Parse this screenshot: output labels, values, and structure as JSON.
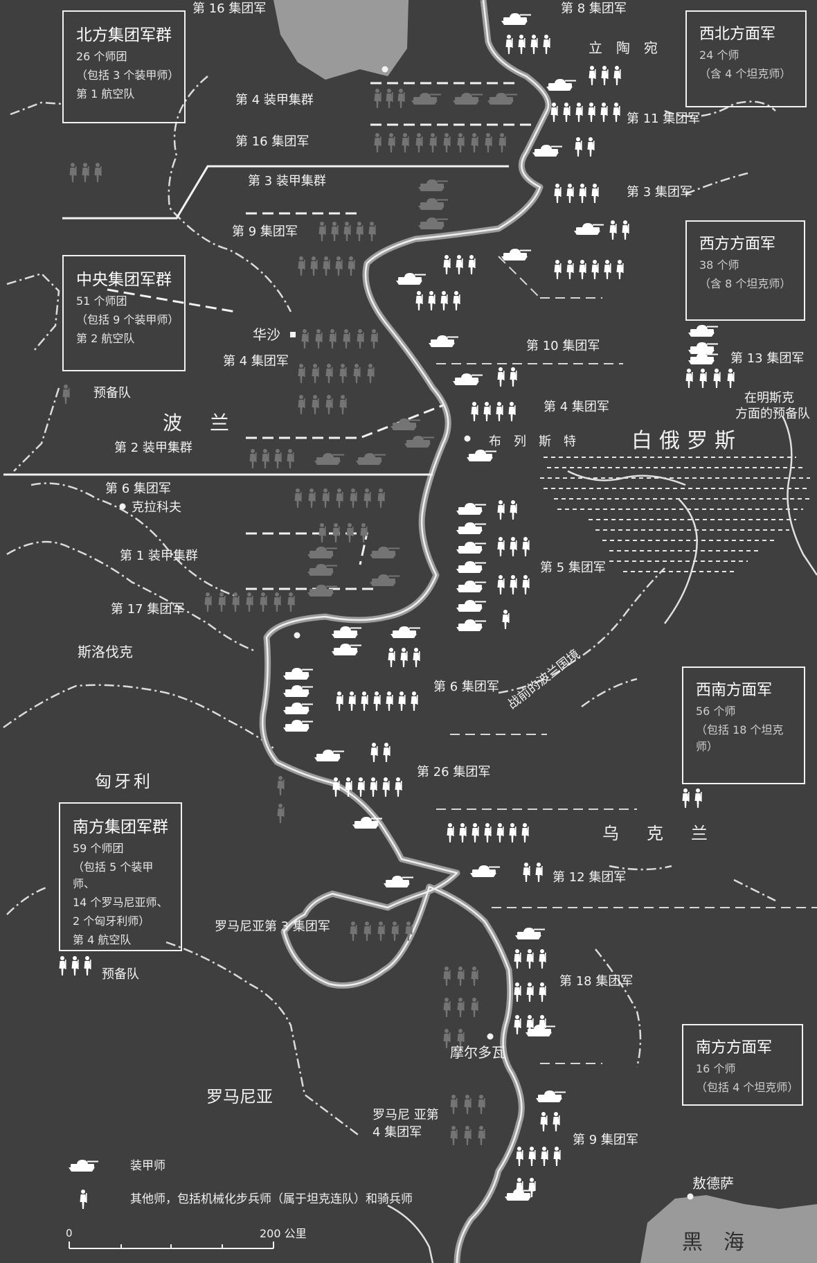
{
  "regions": {
    "poland": "波　兰",
    "belarus": "白俄罗斯",
    "ukraine": "乌　克　兰",
    "hungary": "匈牙利",
    "romania": "罗马尼亚",
    "slovakia": "斯洛伐克",
    "black_sea_1": "黑",
    "black_sea_2": "海"
  },
  "cities": {
    "warsaw": "华沙",
    "krakow": "克拉科夫",
    "brest": "布　列　斯　特",
    "lithuania": "立　陶　宛",
    "moldova": "摩尔多瓦",
    "odessa": "敖德萨"
  },
  "border_label": "战前的波兰国境",
  "german_units": {
    "a16_top": "第 16 集团军",
    "pz4": "第 4 装甲集群",
    "a16": "第 16 集团军",
    "pz3": "第 3 装甲集群",
    "a9": "第 9 集团军",
    "a4": "第 4 集团军",
    "reserve_center": "预备队",
    "pz2": "第 2 装甲集群",
    "a6": "第 6 集团军",
    "pz1": "第 1 装甲集群",
    "a17": "第 17 集团军",
    "rom3": "罗马尼亚第 3 集团军",
    "rom4_1": "罗马尼 亚第",
    "rom4_2": "4 集团军",
    "reserve_south": "预备队"
  },
  "soviet_units": {
    "a8_top": "第 8 集团军",
    "a11": "第 11 集团军",
    "a3": "第 3 集团军",
    "a10": "第 10 集团军",
    "a13": "第 13 集团军",
    "minsk_reserve_1": "在明斯克",
    "minsk_reserve_2": "方面的预备队",
    "a4": "第 4 集团军",
    "a5": "第 5 集团军",
    "a6": "第 6 集团军",
    "a26": "第 26 集团军",
    "a12": "第 12 集团军",
    "a18": "第 18 集团军",
    "a9": "第 9 集团军"
  },
  "boxes": {
    "north": {
      "title": "北方集团军群",
      "l1": "26 个师团",
      "l2": "（包括 3 个装甲师）",
      "l3": "第 1 航空队"
    },
    "center": {
      "title": "中央集团军群",
      "l1": "51 个师团",
      "l2": "（包括 9 个装甲师）",
      "l3": "第 2 航空队"
    },
    "south": {
      "title": "南方集团军群",
      "l1": "59 个师团",
      "l2": "（包括 5 个装甲师、",
      "l3": "14 个罗马尼亚师、",
      "l4": "2 个匈牙利师）",
      "l5": "第 4 航空队"
    },
    "nw_front": {
      "title": "西北方面军",
      "l1": "24 个师",
      "l2": "（含 4 个坦克师）"
    },
    "w_front": {
      "title": "西方方面军",
      "l1": "38 个师",
      "l2": "（含 8 个坦克师）"
    },
    "sw_front": {
      "title": "西南方面军",
      "l1": "56 个师",
      "l2": "（包括 18 个坦克师）"
    },
    "s_front": {
      "title": "南方方面军",
      "l1": "16 个师",
      "l2": "（包括 4 个坦克师）"
    }
  },
  "legend": {
    "armor": "装甲师",
    "other": "其他师，包括机械化步兵师（属于坦克连队）和骑兵师",
    "scale_zero": "0",
    "scale_end": "200 公里"
  },
  "colors": {
    "background": "#3f3f3f",
    "foreground": "#f2f2f2",
    "german_symbols": "#747474",
    "soviet_symbols": "#ffffff",
    "sea": "#9a9a9a"
  },
  "symbols": [
    "tank-icon",
    "soldier-icon"
  ]
}
